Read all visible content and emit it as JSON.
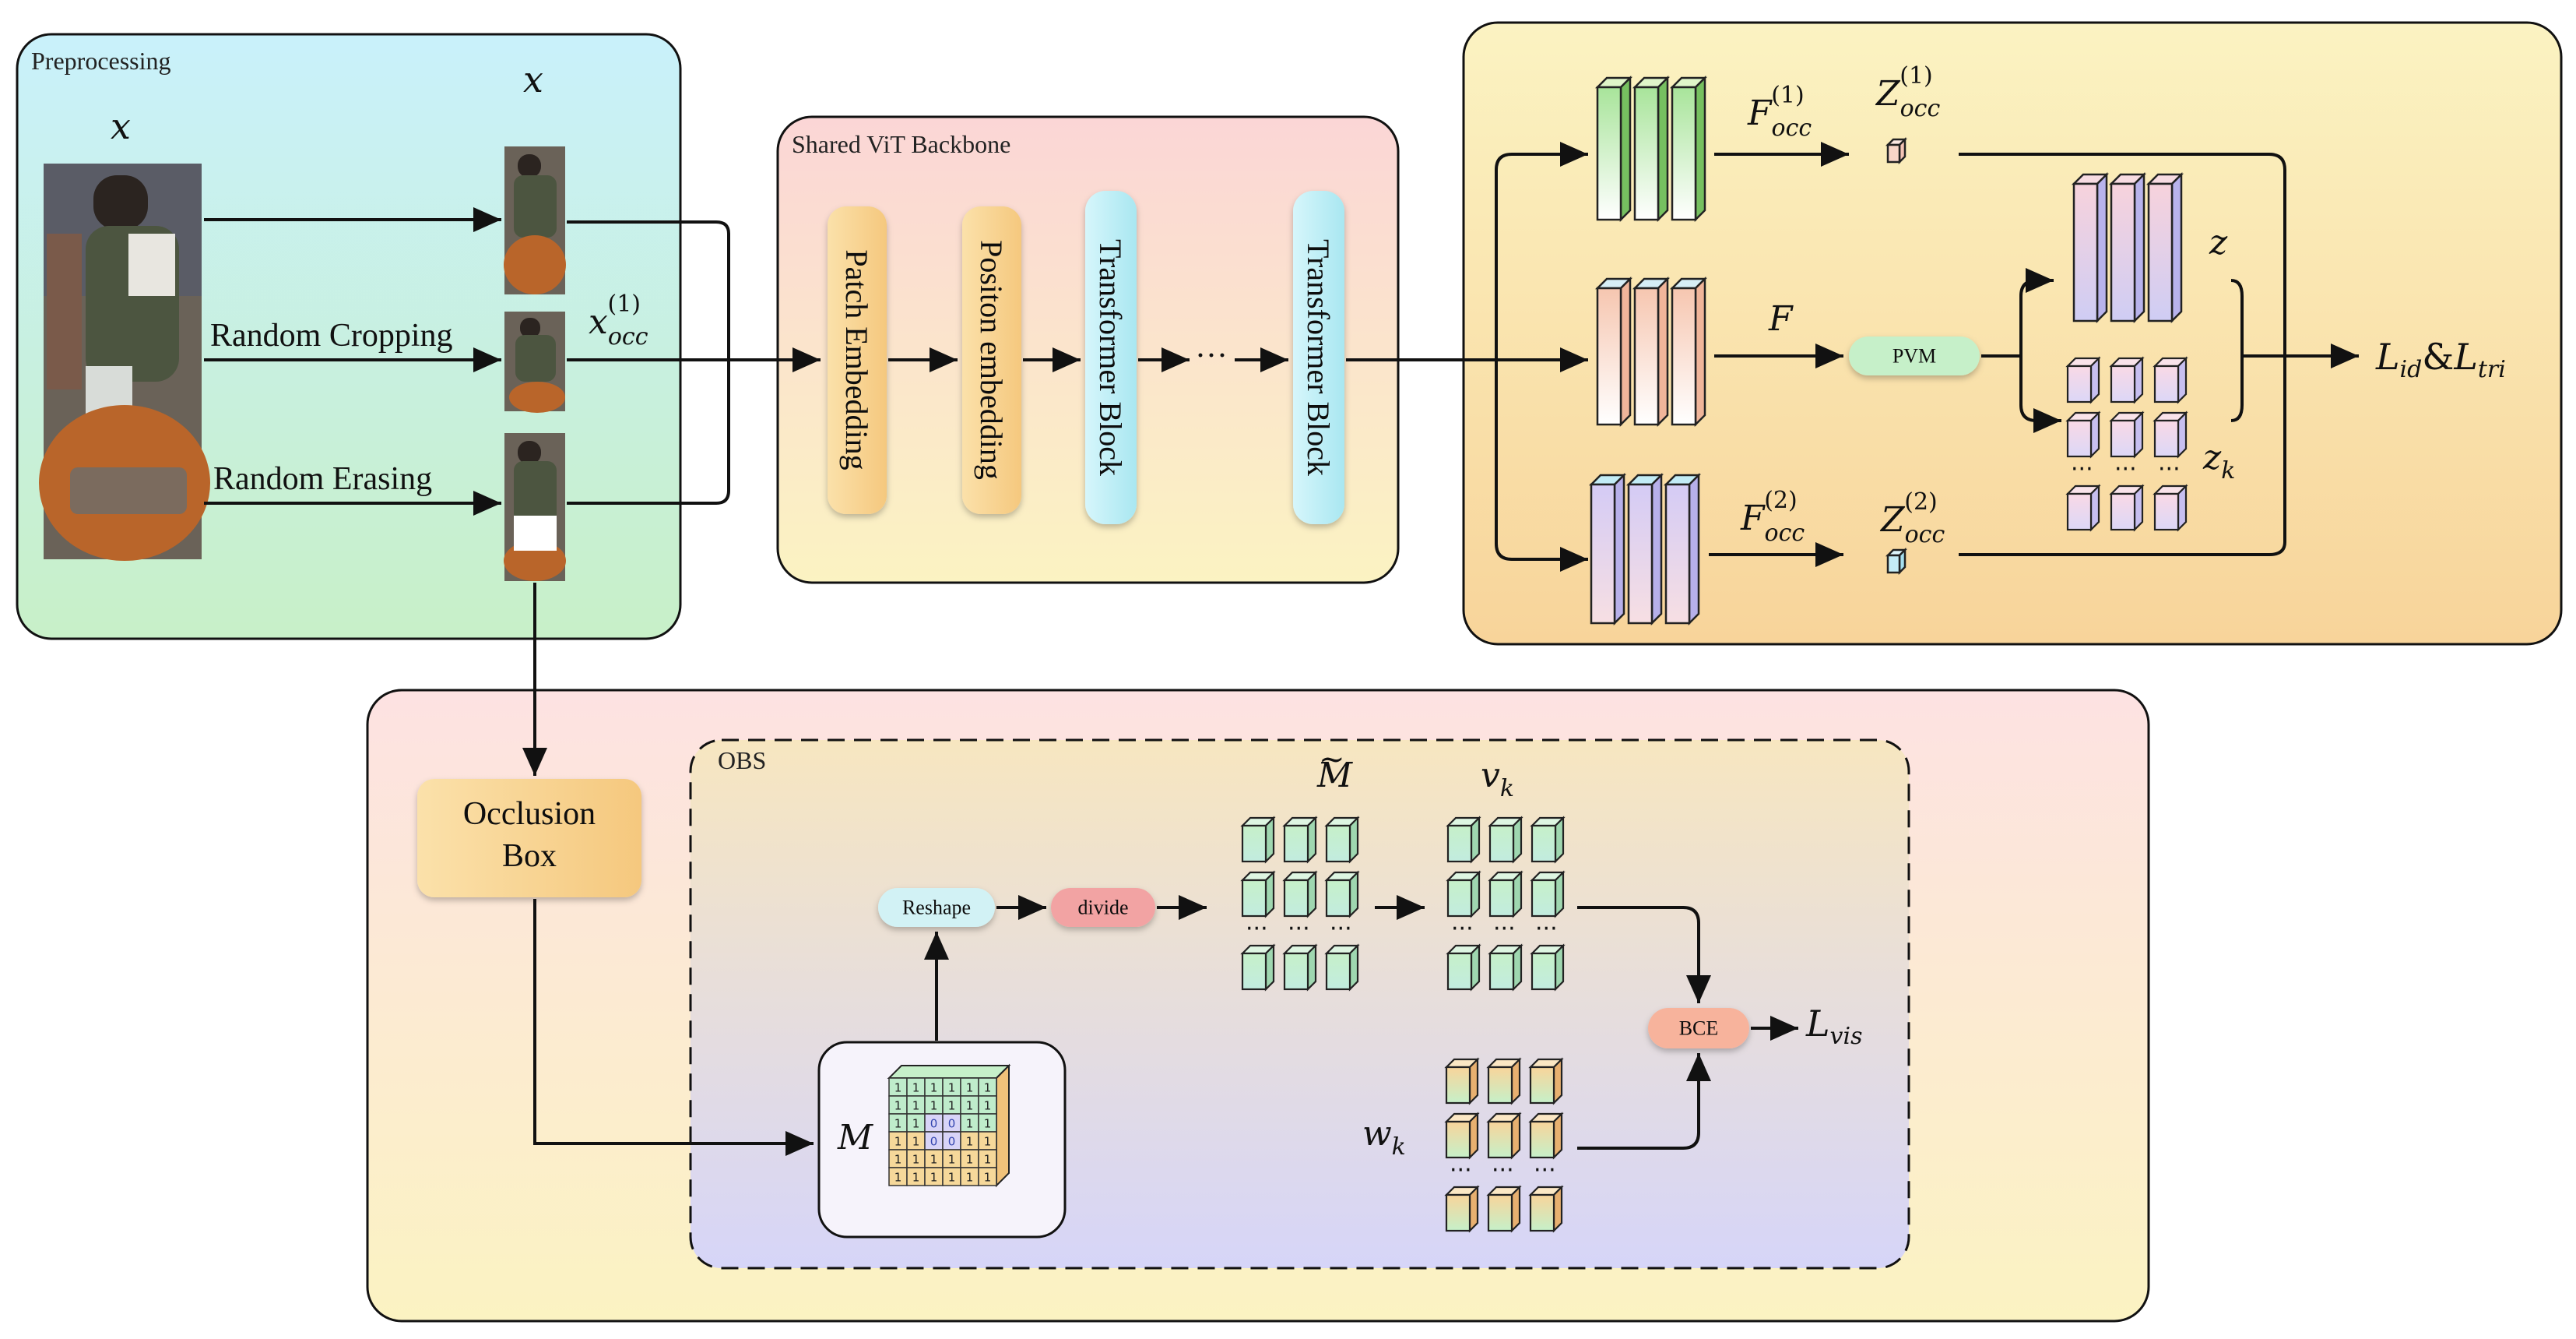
{
  "panels": {
    "preprocessing": "Preprocessing",
    "backbone": "Shared ViT Backbone",
    "obs": "OBS"
  },
  "preprocessing": {
    "input_symbol": "x",
    "output_symbol_top": "x",
    "random_cropping": "Random Cropping",
    "random_erasing": "Random Erasing",
    "occ_base": "x",
    "occ_sub": "occ",
    "occ_sup": "(1)"
  },
  "backbone": {
    "patch_embedding": "Patch Embedding",
    "position_embedding": "Positon embedding",
    "transformer_block_1": "Transformer Block",
    "ellipsis": "···",
    "transformer_block_2": "Transformer Block"
  },
  "features": {
    "f_occ1_base": "F",
    "f_occ1_sub": "occ",
    "f_occ1_sup": "(1)",
    "z_occ1_base": "Z",
    "z_occ1_sub": "occ",
    "z_occ1_sup": "(1)",
    "f_label": "F",
    "pvm": "PVM",
    "z_label": "z",
    "zk_base": "z",
    "zk_sub": "k",
    "f_occ2_base": "F",
    "f_occ2_sub": "occ",
    "f_occ2_sup": "(2)",
    "z_occ2_base": "Z",
    "z_occ2_sub": "occ",
    "z_occ2_sup": "(2)",
    "loss_id_base": "L",
    "loss_id_sub": "id",
    "loss_amp": "&",
    "loss_tri_base": "L",
    "loss_tri_sub": "tri"
  },
  "obs": {
    "occlusion_box_line1": "Occlusion",
    "occlusion_box_line2": "Box",
    "reshape": "Reshape",
    "divide": "divide",
    "m_tilde": "M",
    "tilde": "~",
    "vk_base": "v",
    "vk_sub": "k",
    "m_label": "M",
    "wk_base": "w",
    "wk_sub": "k",
    "bce": "BCE",
    "loss_vis_base": "L",
    "loss_vis_sub": "vis",
    "mask_one": "1",
    "mask_zero": "0"
  },
  "colors": {
    "pre_top": "#c9f1fb",
    "pre_bottom": "#c8f0c8",
    "vit_top": "#fbd6d6",
    "vit_bottom": "#fbf3c2",
    "right_top": "#fbf3c2",
    "right_bottom": "#f8d49a",
    "bottom_top": "#fde2e2",
    "bottom_bottom": "#fbf3c2",
    "obs_top": "#f7e6c0",
    "obs_bottom": "#d6d5f8",
    "block_orange": "#f8d49a",
    "block_cyan": "#c2f0f7",
    "pvm": "#c6f0c9",
    "reshape": "#d2f2f5",
    "divide": "#f2a3a3",
    "bce": "#f7b39c"
  }
}
